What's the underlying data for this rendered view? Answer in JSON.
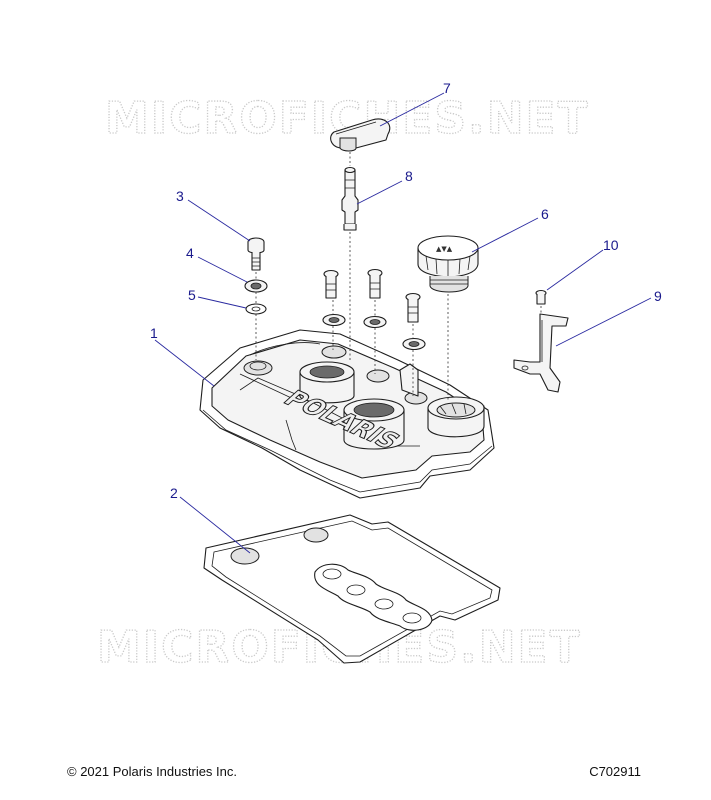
{
  "watermark": {
    "top": "MICROFICHES.NET",
    "bottom": "MICROFICHES.NET"
  },
  "cover_lettering": "POLARIS",
  "callouts": [
    "1",
    "2",
    "3",
    "4",
    "5",
    "6",
    "7",
    "8",
    "9",
    "10"
  ],
  "footer": {
    "copyright": "© 2021 Polaris Industries Inc.",
    "code": "C702911"
  },
  "colors": {
    "callout": "#1a1a8c",
    "leader": "#2a2aa0",
    "watermark": "#c9c9c9"
  }
}
